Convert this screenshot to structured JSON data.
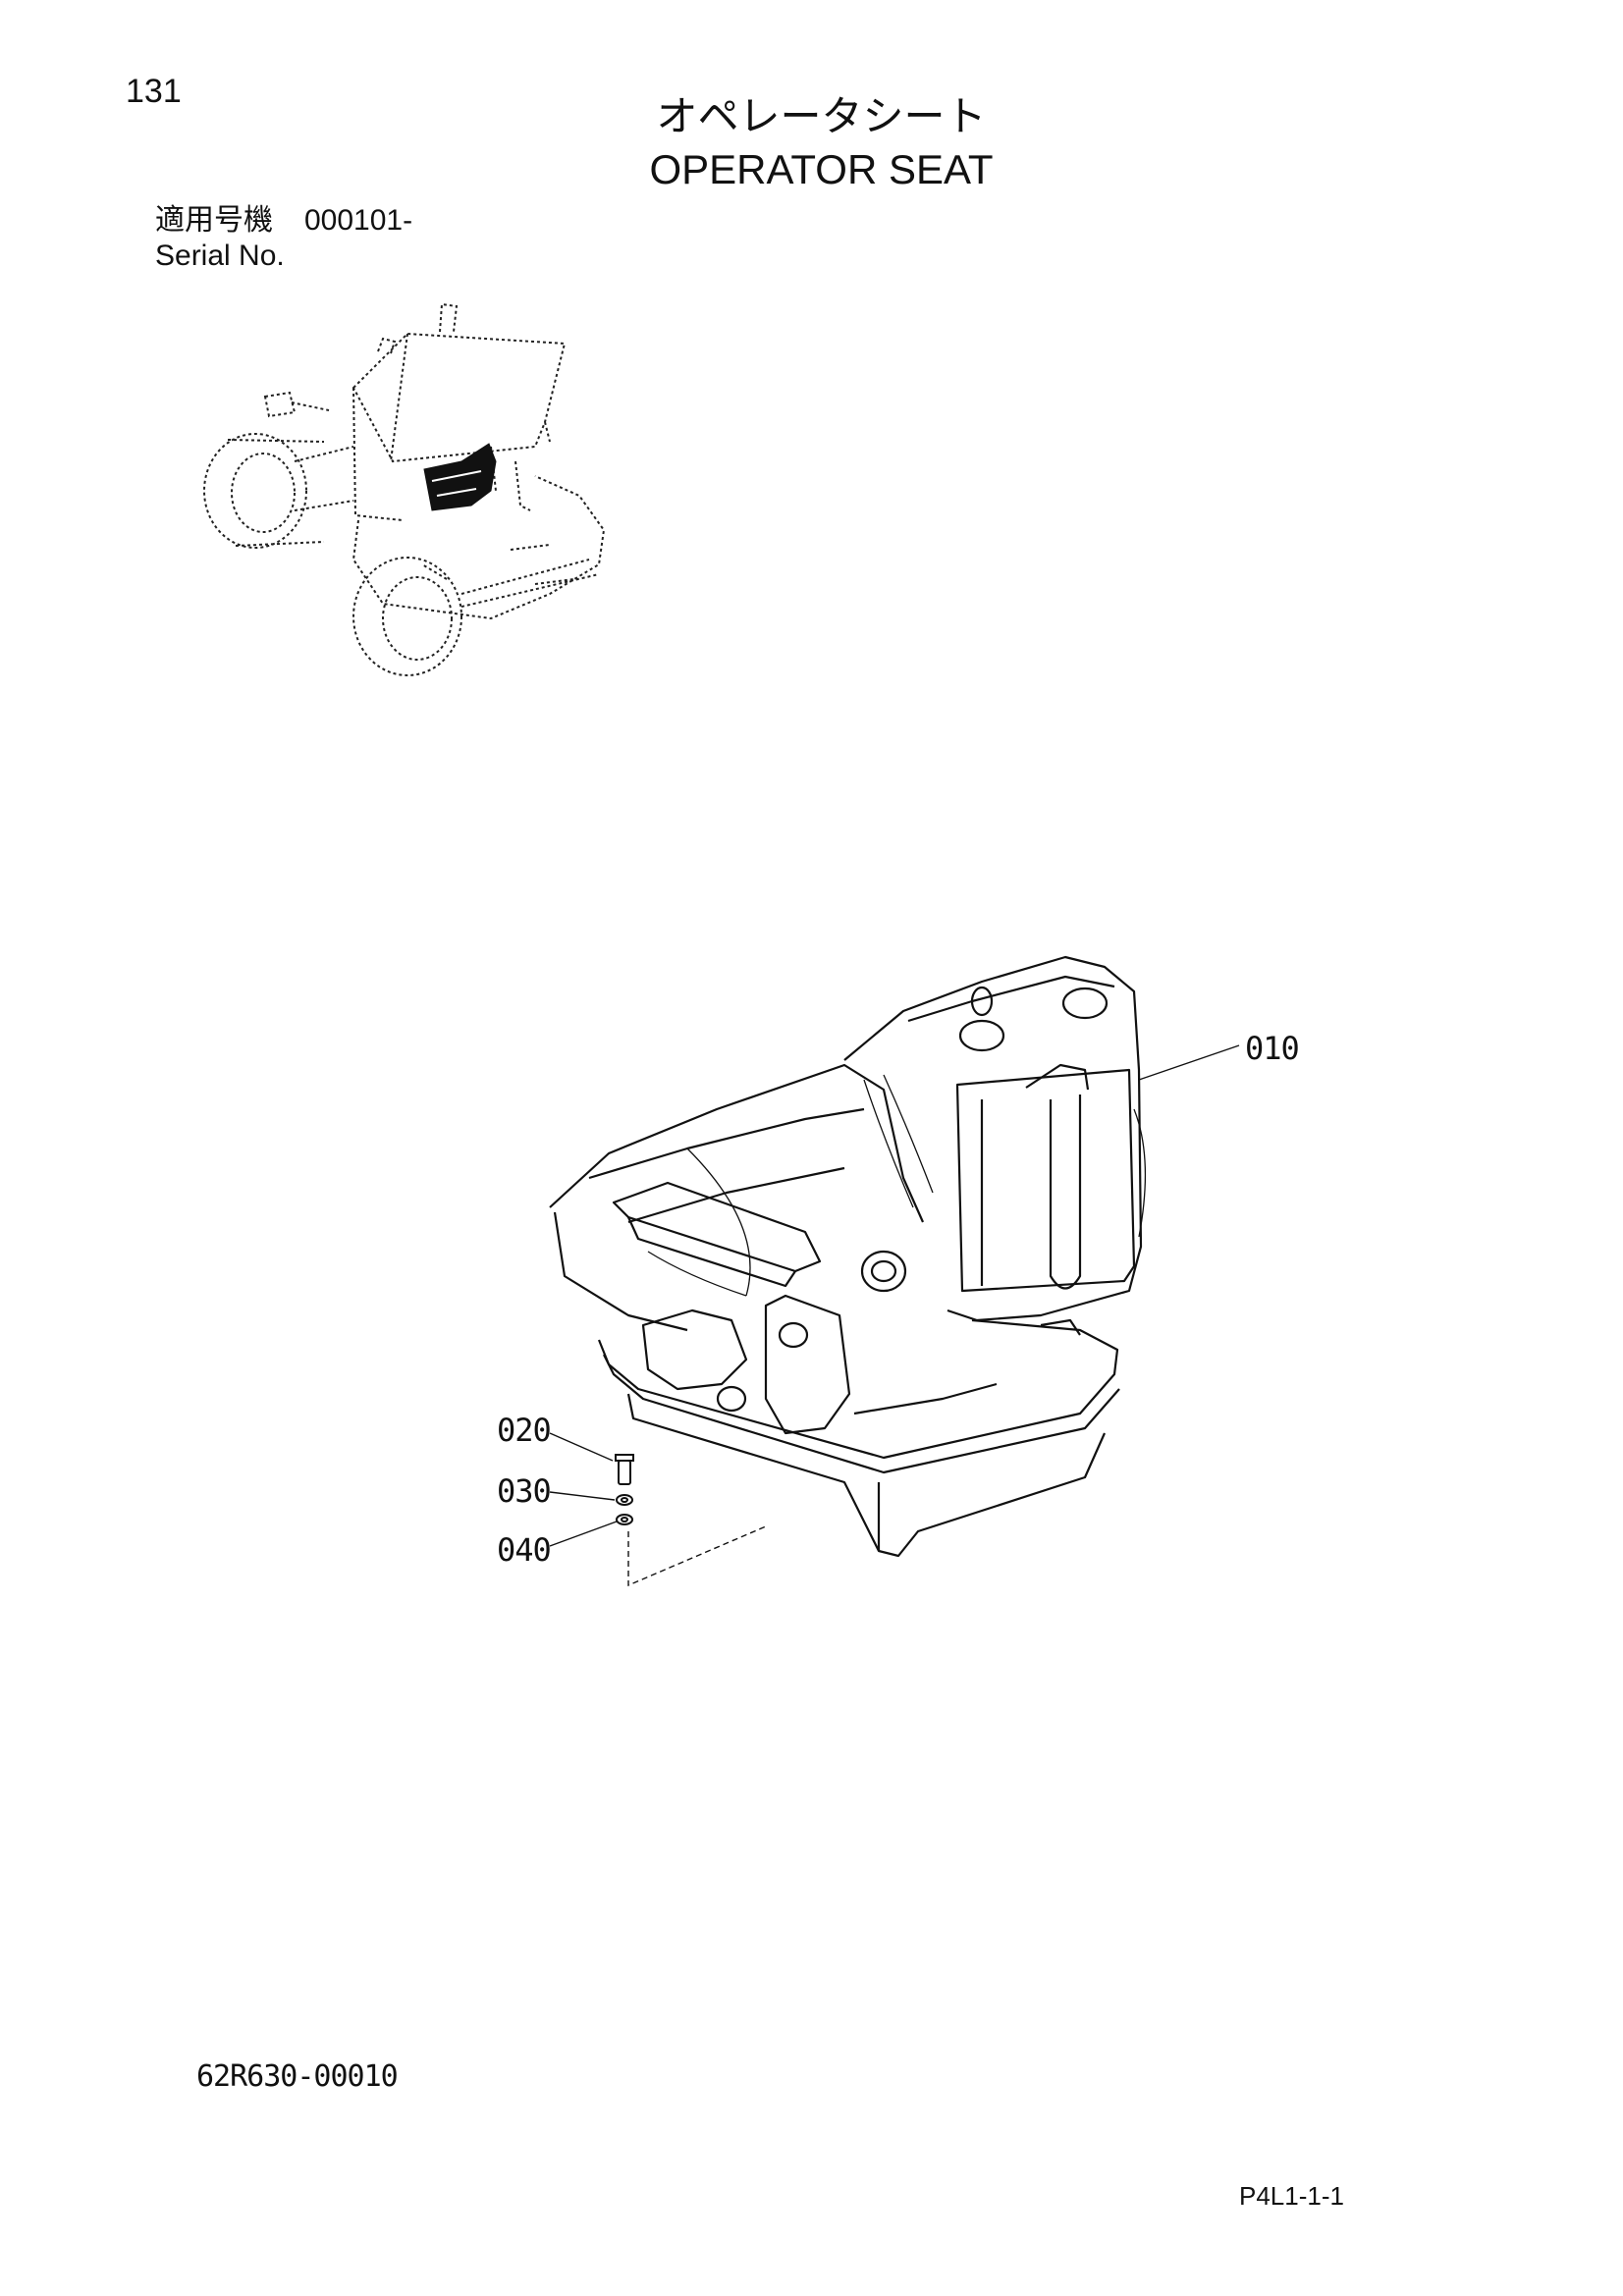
{
  "header": {
    "page_number": "131",
    "title_jp": "オペレータシート",
    "title_en": "OPERATOR SEAT"
  },
  "serial": {
    "label_jp": "適用号機",
    "from": "000101-",
    "label_en": "Serial No."
  },
  "callouts": {
    "c010": "010",
    "c020": "020",
    "c030": "030",
    "c040": "040"
  },
  "footer": {
    "drawing_number": "62R630-00010",
    "page_code": "P4L1-1-1"
  },
  "figures": {
    "overview_icon": "wheel-loader-cab-location-icon",
    "main_icon": "operator-seat-assembly-icon"
  }
}
